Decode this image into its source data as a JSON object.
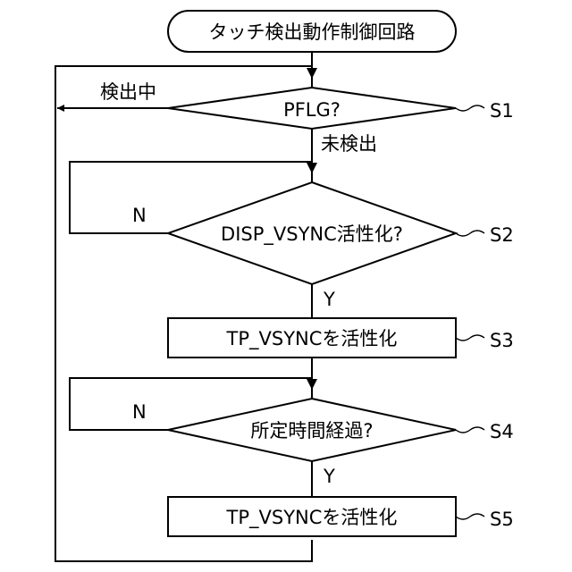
{
  "flowchart": {
    "title": "タッチ検出動作制御回路",
    "decisions": {
      "d1": {
        "text": "PFLG?",
        "left_label": "検出中",
        "bottom_label": "未検出",
        "step": "S1"
      },
      "d2": {
        "text": "DISP_VSYNC活性化?",
        "left_label": "N",
        "bottom_label": "Y",
        "step": "S2"
      },
      "d4": {
        "text": "所定時間経過?",
        "left_label": "N",
        "bottom_label": "Y",
        "step": "S4"
      }
    },
    "processes": {
      "p3": {
        "text": "TP_VSYNCを活性化",
        "step": "S3"
      },
      "p5": {
        "text": "TP_VSYNCを活性化",
        "step": "S5"
      }
    }
  }
}
